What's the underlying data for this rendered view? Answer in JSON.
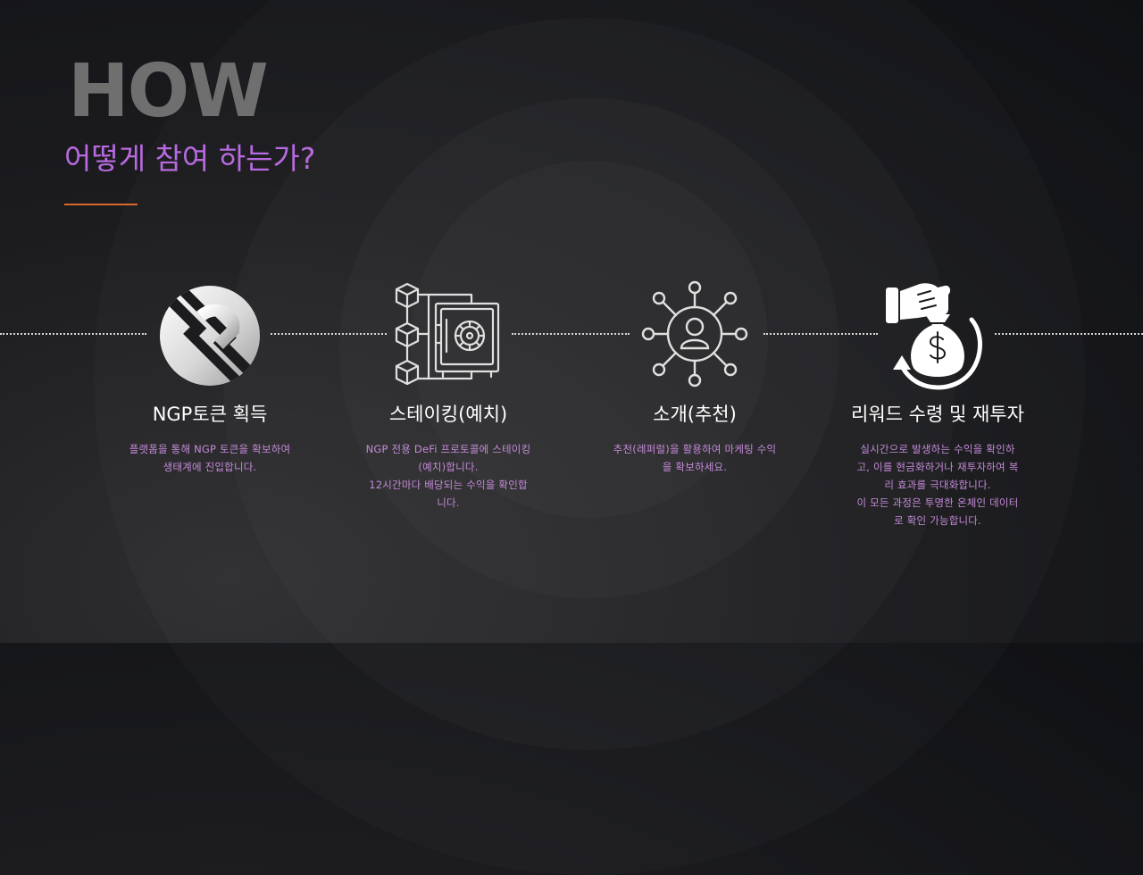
{
  "header": {
    "title": "HOW",
    "subtitle": "어떻게 참여 하는가?"
  },
  "colors": {
    "accent_purple": "#b86ae0",
    "desc_purple": "#c48ad8",
    "underline_orange": "#d9682c",
    "title_gray": "#6f6f70"
  },
  "steps": [
    {
      "icon": "ngp-logo-icon",
      "title": "NGP토큰 획득",
      "desc": [
        "플랫폼을 통해 NGP 토큰을 확보하여",
        "생태계에 진입합니다."
      ]
    },
    {
      "icon": "blockchain-vault-icon",
      "title": "스테이킹(예치)",
      "desc": [
        "NGP 전용 DeFi 프로토콜에 스테이킹",
        "(예치)합니다.",
        "12시간마다 배당되는 수익을 확인합",
        "니다."
      ]
    },
    {
      "icon": "referral-network-icon",
      "title": "소개(추천)",
      "desc": [
        "추천(레퍼럴)을 활용하여 마케팅 수익",
        "을 확보하세요."
      ]
    },
    {
      "icon": "money-bag-reinvest-icon",
      "title": "리워드 수령 및 재투자",
      "desc": [
        "실시간으로 발생하는 수익을 확인하",
        "고, 이를 현금화하거나 재투자하여 복",
        "리 효과를 극대화합니다.",
        "이 모든 과정은 투명한 온체인 데이터",
        "로 확인 가능합니다."
      ]
    }
  ]
}
